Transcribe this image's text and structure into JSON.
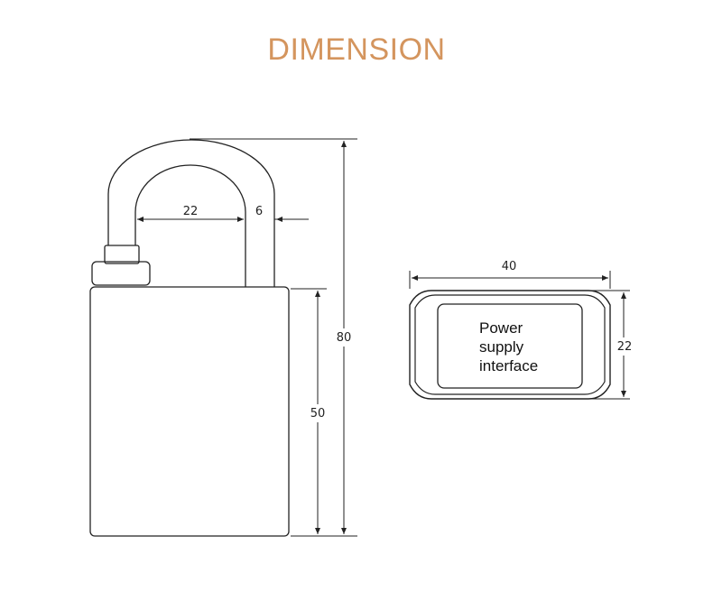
{
  "page": {
    "title": "DIMENSION",
    "title_color": "#d4955e"
  },
  "lock_side_view": {
    "dim_shackle_inner_width": "22",
    "dim_shackle_thickness": "6",
    "dim_total_height": "80",
    "dim_body_height": "50"
  },
  "end_view": {
    "dim_width": "40",
    "dim_height": "22",
    "label_line1": "Power",
    "label_line2": "supply",
    "label_line3": "interface"
  }
}
